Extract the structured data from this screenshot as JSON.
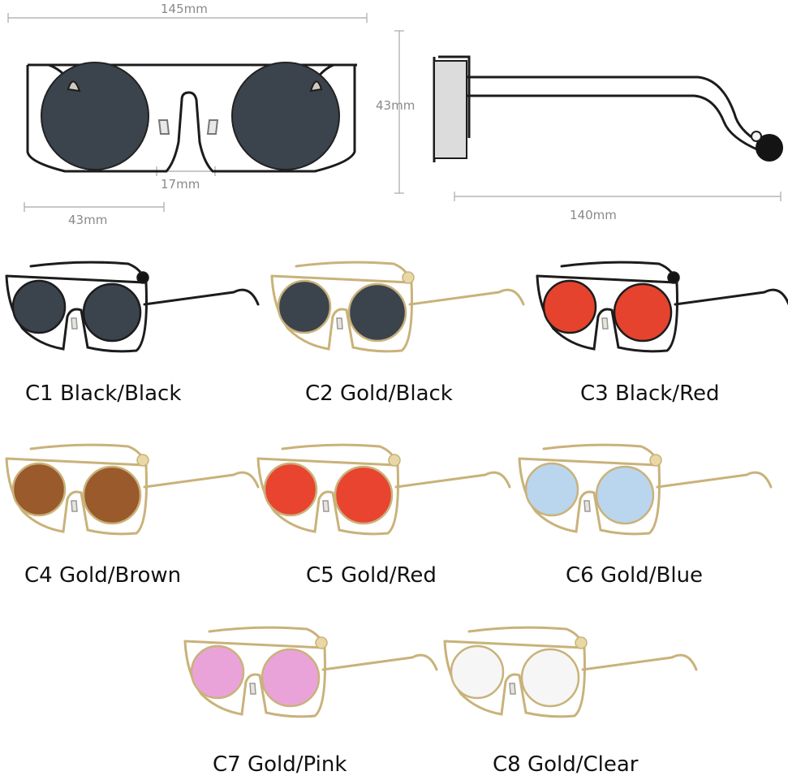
{
  "dimensions": {
    "total_width": "145mm",
    "height": "43mm",
    "bridge": "17mm",
    "lens_width": "43mm",
    "temple_length": "140mm"
  },
  "colors": {
    "gold_frame": "#c9b27a",
    "black_frame": "#1c1c1c",
    "dim_line": "#a8a8a8"
  },
  "variants": [
    {
      "code_label": "C1 Black/Black",
      "frame": "#1c1c1c",
      "lens": "#3b444d"
    },
    {
      "code_label": "C2 Gold/Black",
      "frame": "#c9b27a",
      "lens": "#3b444d"
    },
    {
      "code_label": "C3 Black/Red",
      "frame": "#1c1c1c",
      "lens": "#e5432e"
    },
    {
      "code_label": "C4 Gold/Brown",
      "frame": "#c9b27a",
      "lens": "#9a5a2c"
    },
    {
      "code_label": "C5 Gold/Red",
      "frame": "#c9b27a",
      "lens": "#e8442f"
    },
    {
      "code_label": "C6 Gold/Blue",
      "frame": "#c9b27a",
      "lens": "#b9d6ee"
    },
    {
      "code_label": "C7 Gold/Pink",
      "frame": "#c9b27a",
      "lens": "#eaa3d9"
    },
    {
      "code_label": "C8 Gold/Clear",
      "frame": "#c9b27a",
      "lens": "#f6f6f6"
    }
  ]
}
